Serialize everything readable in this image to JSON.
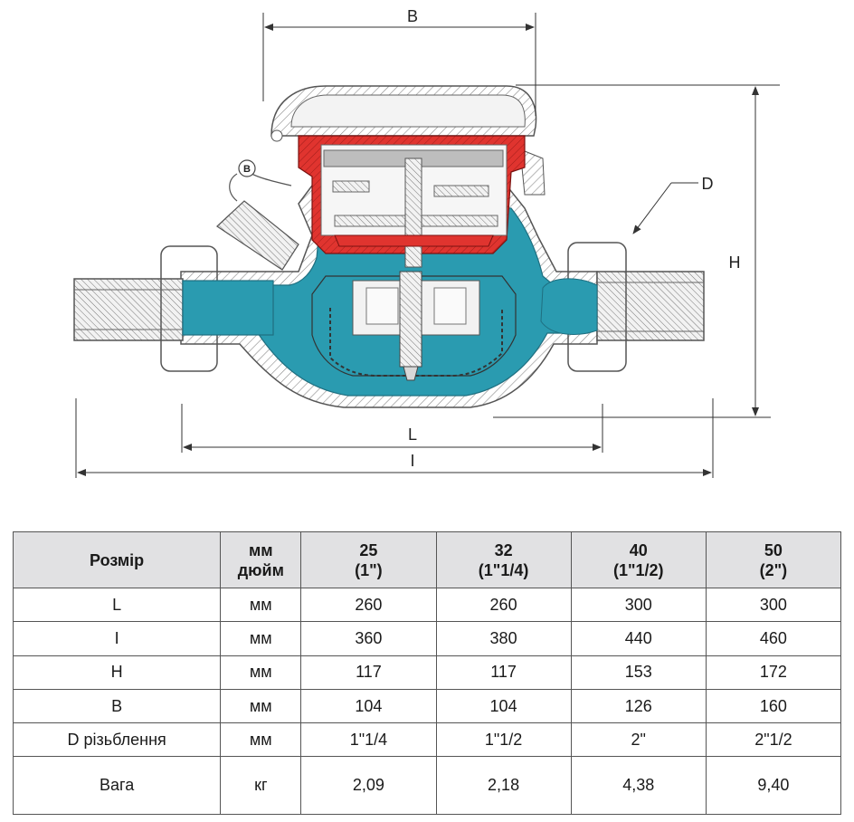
{
  "drawing": {
    "dimension_labels": {
      "B": "B",
      "D": "D",
      "H": "H",
      "L": "L",
      "I": "I"
    },
    "seal_mark": "B",
    "colors": {
      "water": "#2a9bb0",
      "red_part": "#e0342f",
      "outline": "#555555",
      "hatch": "#777777"
    }
  },
  "table": {
    "header": {
      "size": "Розмір",
      "unit_line1": "мм",
      "unit_line2": "дюйм",
      "cols": [
        {
          "mm": "25",
          "inch": "(1\")"
        },
        {
          "mm": "32",
          "inch": "(1\"1/4)"
        },
        {
          "mm": "40",
          "inch": "(1\"1/2)"
        },
        {
          "mm": "50",
          "inch": "(2\")"
        }
      ]
    },
    "rows": [
      {
        "name": "L",
        "unit": "мм",
        "values": [
          "260",
          "260",
          "300",
          "300"
        ]
      },
      {
        "name": "I",
        "unit": "мм",
        "values": [
          "360",
          "380",
          "440",
          "460"
        ]
      },
      {
        "name": "H",
        "unit": "мм",
        "values": [
          "117",
          "117",
          "153",
          "172"
        ]
      },
      {
        "name": "B",
        "unit": "мм",
        "values": [
          "104",
          "104",
          "126",
          "160"
        ]
      },
      {
        "name": "D різьблення",
        "unit": "мм",
        "values": [
          "1\"1/4",
          "1\"1/2",
          "2\"",
          "2\"1/2"
        ]
      },
      {
        "name": "Вага",
        "unit": "кг",
        "values": [
          "2,09",
          "2,18",
          "4,38",
          "9,40"
        ]
      }
    ]
  }
}
